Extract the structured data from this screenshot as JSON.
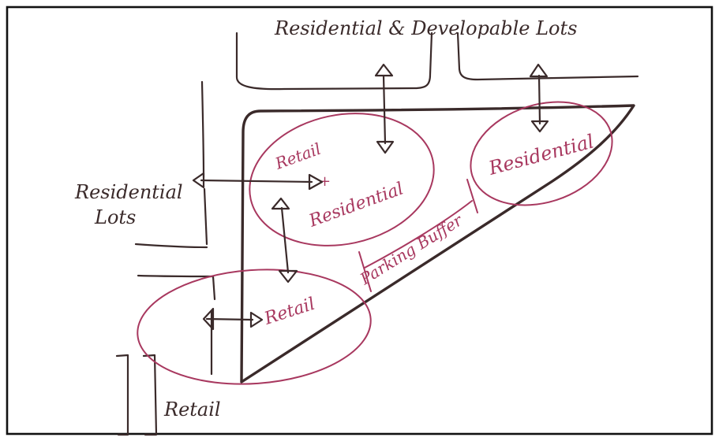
{
  "colors": {
    "background": "#ffffff",
    "frame": "#111111",
    "ink_dark": "#3a2a2a",
    "ink_red": "#a8385f"
  },
  "labels": {
    "top_lots": "Residential & Developable Lots",
    "left_lots_line1": "Residential",
    "left_lots_line2": "Lots",
    "retail_bottom": "Retail",
    "zone_retail_residential_line1": "Retail",
    "zone_retail_residential_line2": "+",
    "zone_retail_residential_line3": "Residential",
    "zone_residential_east": "Residential",
    "zone_retail_south": "Retail",
    "parking_buffer": "Parking Buffer"
  }
}
